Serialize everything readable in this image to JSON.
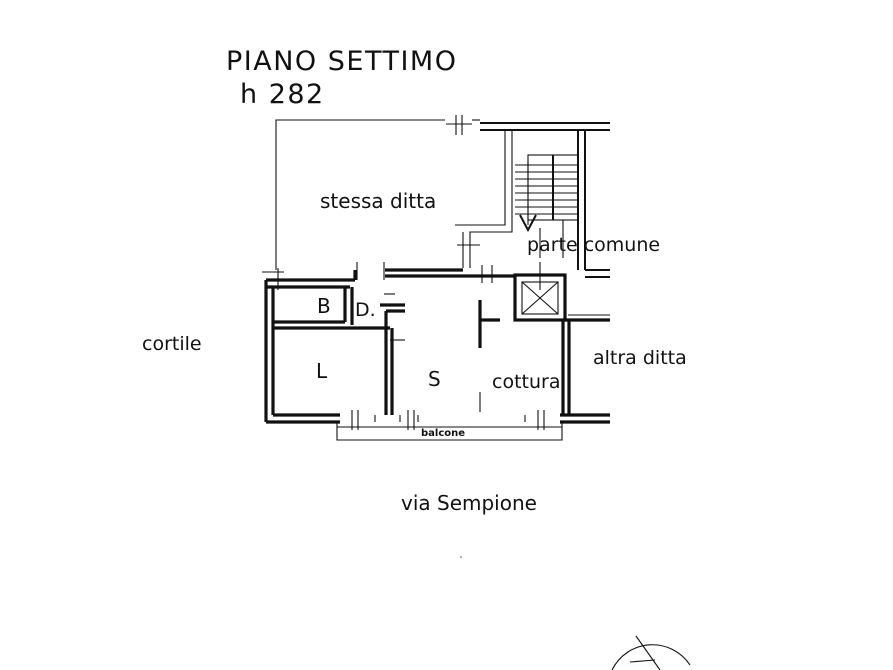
{
  "plan": {
    "title": "PIANO SETTIMO",
    "height_label": "h 282",
    "rooms": {
      "same_company": "stessa ditta",
      "common_area": "parte comune",
      "bathroom": "B",
      "closet": "D.",
      "room_l": "L",
      "living": "S",
      "kitchen": "cottura",
      "balcony": "balcone"
    },
    "surroundings": {
      "courtyard": "cortile",
      "other_company": "altra ditta",
      "street": "via Sempione"
    }
  }
}
